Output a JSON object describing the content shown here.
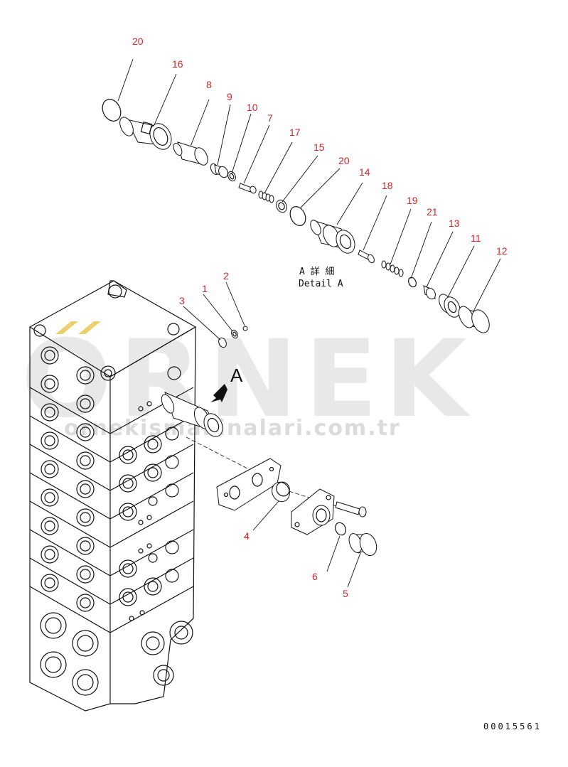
{
  "diagram": {
    "detail_label_jp": "A 詳 細",
    "detail_label_en": "Detail A",
    "view_marker": "A",
    "part_number": "00015561",
    "watermark": {
      "brand": "ORNEK",
      "url": "ornekismakinalari.com.tr",
      "color": "#d6d6d6"
    },
    "callout_color": "#d0262a",
    "callouts": [
      "20",
      "16",
      "8",
      "9",
      "10",
      "7",
      "17",
      "15",
      "20",
      "14",
      "18",
      "19",
      "21",
      "13",
      "11",
      "12",
      "1",
      "2",
      "3",
      "4",
      "6",
      "5"
    ]
  }
}
